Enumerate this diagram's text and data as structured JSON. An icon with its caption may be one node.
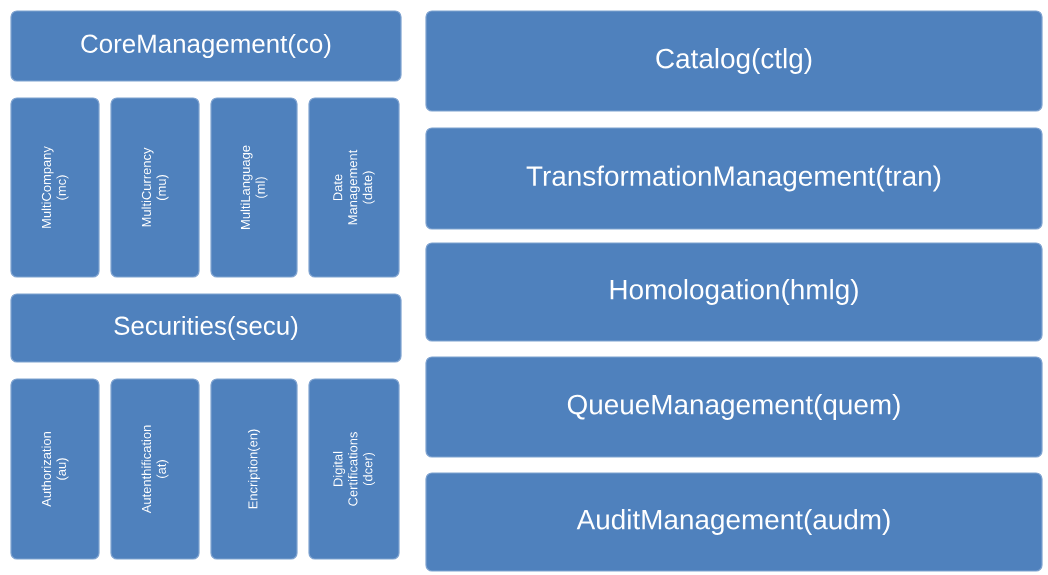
{
  "diagram": {
    "nodes": [
      {
        "text": [
          "CoreManagement(co)"
        ]
      },
      {
        "text": [
          "MultiCompany (mc)"
        ]
      },
      {
        "text": [
          "MultiCurrency (mu)"
        ]
      },
      {
        "text": [
          "MultiLanguage (ml)"
        ]
      },
      {
        "text": [
          "Date Management (date)"
        ]
      },
      {
        "text": [
          "Securities(secu)"
        ]
      },
      {
        "text": [
          "Authorization (au)"
        ]
      },
      {
        "text": [
          "Autenthification (at)"
        ]
      },
      {
        "text": [
          "Encription(en)"
        ]
      },
      {
        "text": [
          "Digital Certifications (dcer)"
        ]
      },
      {
        "text": [
          "Catalog(ctlg)"
        ]
      },
      {
        "text": [
          "TransformationManagement(tran)"
        ]
      },
      {
        "text": [
          "Homologation(hmlg)"
        ]
      },
      {
        "text": [
          "QueueManagement(quem)"
        ]
      },
      {
        "text": [
          "AuditManagement(audm)"
        ]
      }
    ]
  }
}
